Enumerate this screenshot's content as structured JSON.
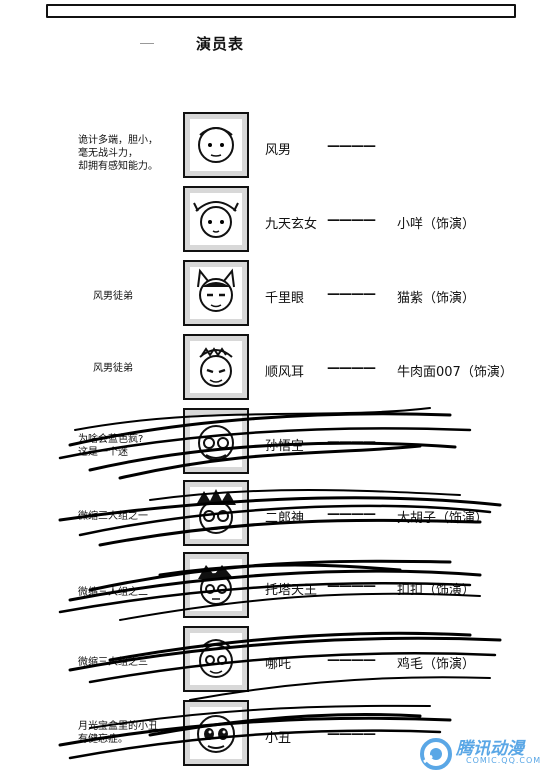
{
  "page": {
    "title": "演员表"
  },
  "cast": [
    {
      "note": [
        "诡计多端，胆小，",
        "毫无战斗力，",
        "却拥有感知能力。"
      ],
      "role": "风男",
      "dash": "————",
      "actor": ""
    },
    {
      "note": [],
      "role": "九天玄女",
      "dash": "————",
      "actor": "小咩（饰演）"
    },
    {
      "note": [
        "风男徒弟"
      ],
      "role": "千里眼",
      "dash": "————",
      "actor": "猫紫（饰演）"
    },
    {
      "note": [
        "风男徒弟"
      ],
      "role": "顺风耳",
      "dash": "————",
      "actor": "牛肉面007（饰演）"
    },
    {
      "note": [
        "为啥会蓝色疯?",
        "这是一个迷"
      ],
      "role": "孙悟空",
      "dash": "————",
      "actor": ""
    },
    {
      "note": [
        "微缩三人组之一"
      ],
      "role": "二郎神",
      "dash": "————",
      "actor": "大胡子（饰演）"
    },
    {
      "note": [
        "微缩三人组之二"
      ],
      "role": "托塔天王",
      "dash": "————",
      "actor": "扣扣（饰演）"
    },
    {
      "note": [
        "微缩三人组之三"
      ],
      "role": "哪吒",
      "dash": "————",
      "actor": "鸡毛（饰演）"
    },
    {
      "note": [
        "月光宝盒里的小丑",
        "有健忘症。"
      ],
      "role": "小丑",
      "dash": "————",
      "actor": ""
    }
  ],
  "watermark": {
    "main": "腾讯动漫",
    "sub": "COMIC.QQ.COM"
  }
}
